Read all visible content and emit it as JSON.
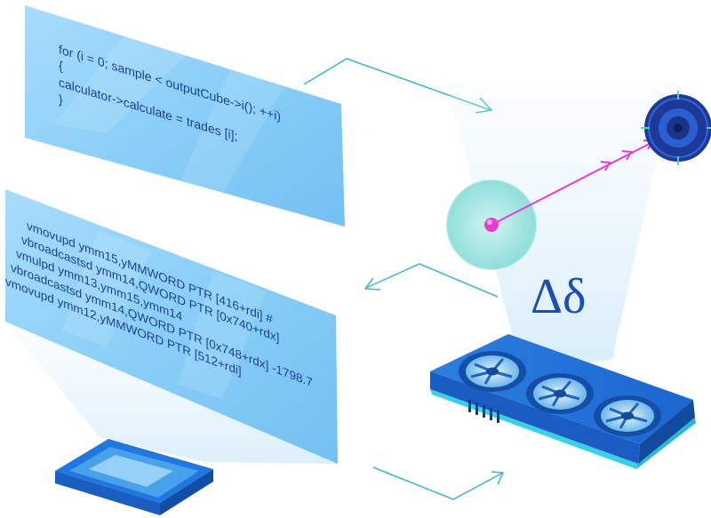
{
  "source_code": {
    "lines": [
      "for (i = 0; sample < outputCube->i(); ++i)",
      "{",
      "calculator->calculate = trades [i];",
      "}"
    ]
  },
  "assembly_code": {
    "lines": [
      "vmovupd ymm15,yMMWORD PTR [416+rdi] #",
      "vbroadcastsd ymm14,QWORD PTR [0x740+rdx]",
      "vmulpd ymm13,ymm15,ymm14",
      "vbroadcastsd ymm14,QWORD PTR [0x748+rdx] -1798.7",
      "vmovupd ymm12,yMMWORD PTR [512+rdi]"
    ]
  },
  "gpu_symbol": "Δδ",
  "icons": [
    "cpu-chip-icon",
    "gpu-card-icon",
    "fan-icon",
    "target-icon",
    "sphere-icon",
    "arrow-icon"
  ],
  "colors": {
    "panel_blue": "#6fc2f5",
    "text_blue": "#1e3f9a",
    "card_blue": "#1e6fd6",
    "accent_cyan": "#38c2d8",
    "magenta": "#e93ad6",
    "target_navy": "#1d3a9a"
  }
}
